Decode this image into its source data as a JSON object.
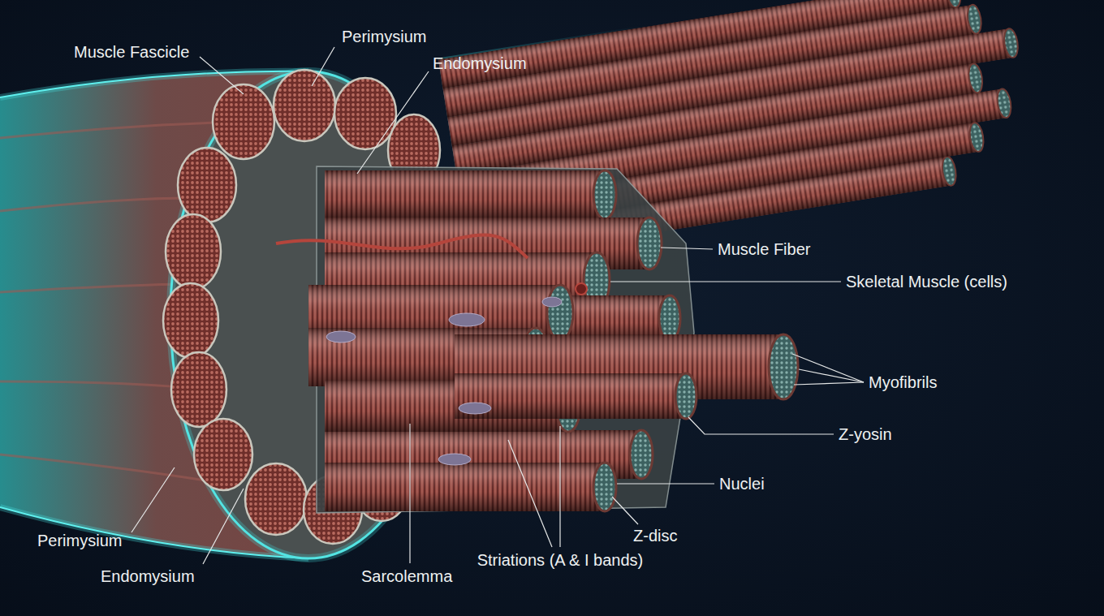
{
  "diagram": {
    "labels": [
      "Muscle Fascicle",
      "Perimysium",
      "Endomysium",
      "Muscle Fiber",
      "Skeletal Muscle (cells)",
      "Myofibrils",
      "Z-yosin",
      "Nuclei",
      "Z-disc",
      "Striations (A & I bands)",
      "Sarcolemma",
      "Endomysium",
      "Perimysium"
    ]
  }
}
